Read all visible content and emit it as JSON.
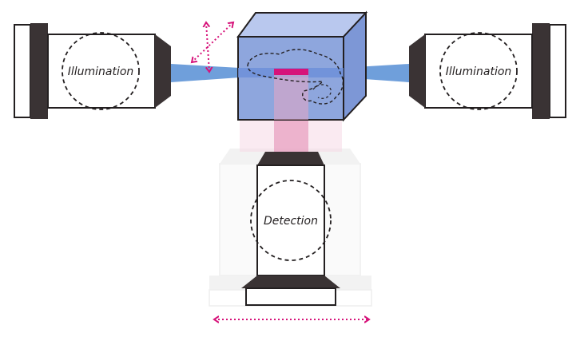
{
  "labels": {
    "illumination_left": "Illumination",
    "illumination_right": "Illumination",
    "detection": "Detection"
  },
  "colors": {
    "objective_dark": "#3a3334",
    "light_sheet_blue": "#3f7fcf",
    "chamber_blue": "#8ea6dd",
    "detection_pink": "#e8a0c0",
    "arrow_magenta": "#d6137a",
    "ghost_gray": "#dcdcdc"
  },
  "icons": {
    "sample": "mouse-brain-outline",
    "stage_motion_xy": "diagonal-dotted-arrows",
    "stage_motion_x": "horizontal-dotted-arrow"
  }
}
